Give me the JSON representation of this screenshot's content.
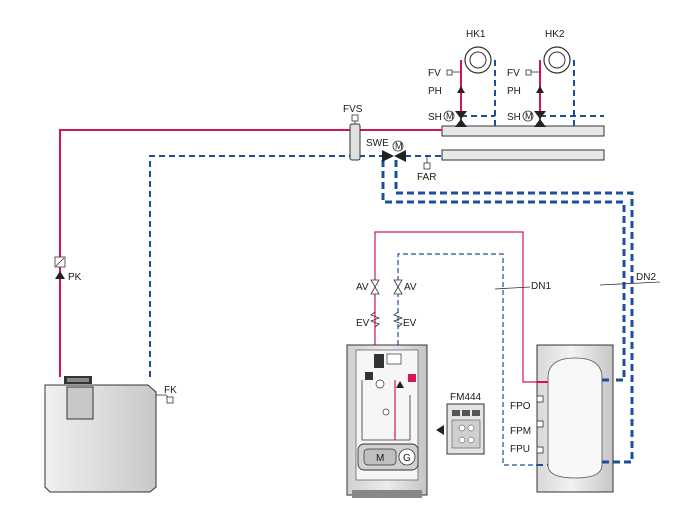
{
  "labels": {
    "hk1": "HK1",
    "hk2": "HK2",
    "fv_1": "FV",
    "ph_1": "PH",
    "sh_1": "SH",
    "fv_2": "FV",
    "ph_2": "PH",
    "sh_2": "SH",
    "fvs": "FVS",
    "swe": "SWE",
    "far": "FAR",
    "pk": "PK",
    "fk": "FK",
    "av_left": "AV",
    "av_right": "AV",
    "ev_left": "EV",
    "ev_right": "EV",
    "dn1": "DN1",
    "dn2": "DN2",
    "fm444": "FM444",
    "fpo": "FPO",
    "fpm": "FPM",
    "fpu": "FPU",
    "motor_m": "M",
    "generator_g": "G"
  },
  "colors": {
    "supply_line": "#d4145a",
    "return_line": "#1a4fa0",
    "equipment_fill": "#e6e6e6",
    "equipment_dark": "#bdbdbd"
  },
  "icons": {
    "pump": "pump-icon",
    "mixer": "mixing-valve-icon",
    "motor": "motor-icon",
    "sensor": "sensor-icon",
    "radiator": "radiator-icon",
    "valve": "shutoff-valve-icon"
  }
}
